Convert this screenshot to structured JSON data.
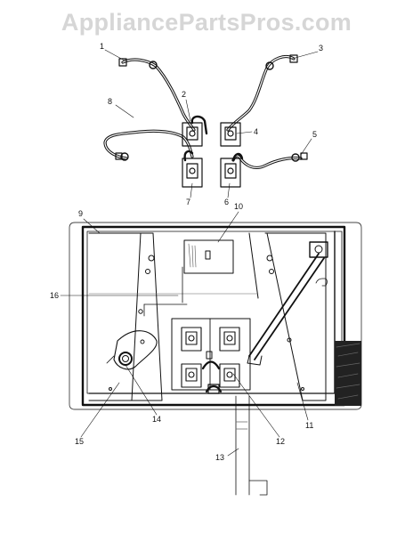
{
  "watermark": "AppliancePartsPros.com",
  "callouts": [
    "1",
    "2",
    "3",
    "4",
    "5",
    "6",
    "7",
    "8",
    "9",
    "10",
    "11",
    "12",
    "13",
    "14",
    "15",
    "16"
  ],
  "footer_codes": {
    "left": "",
    "right": ""
  },
  "colors": {
    "line": "#111111",
    "watermark": "#d6d6d6",
    "background": "#ffffff"
  }
}
